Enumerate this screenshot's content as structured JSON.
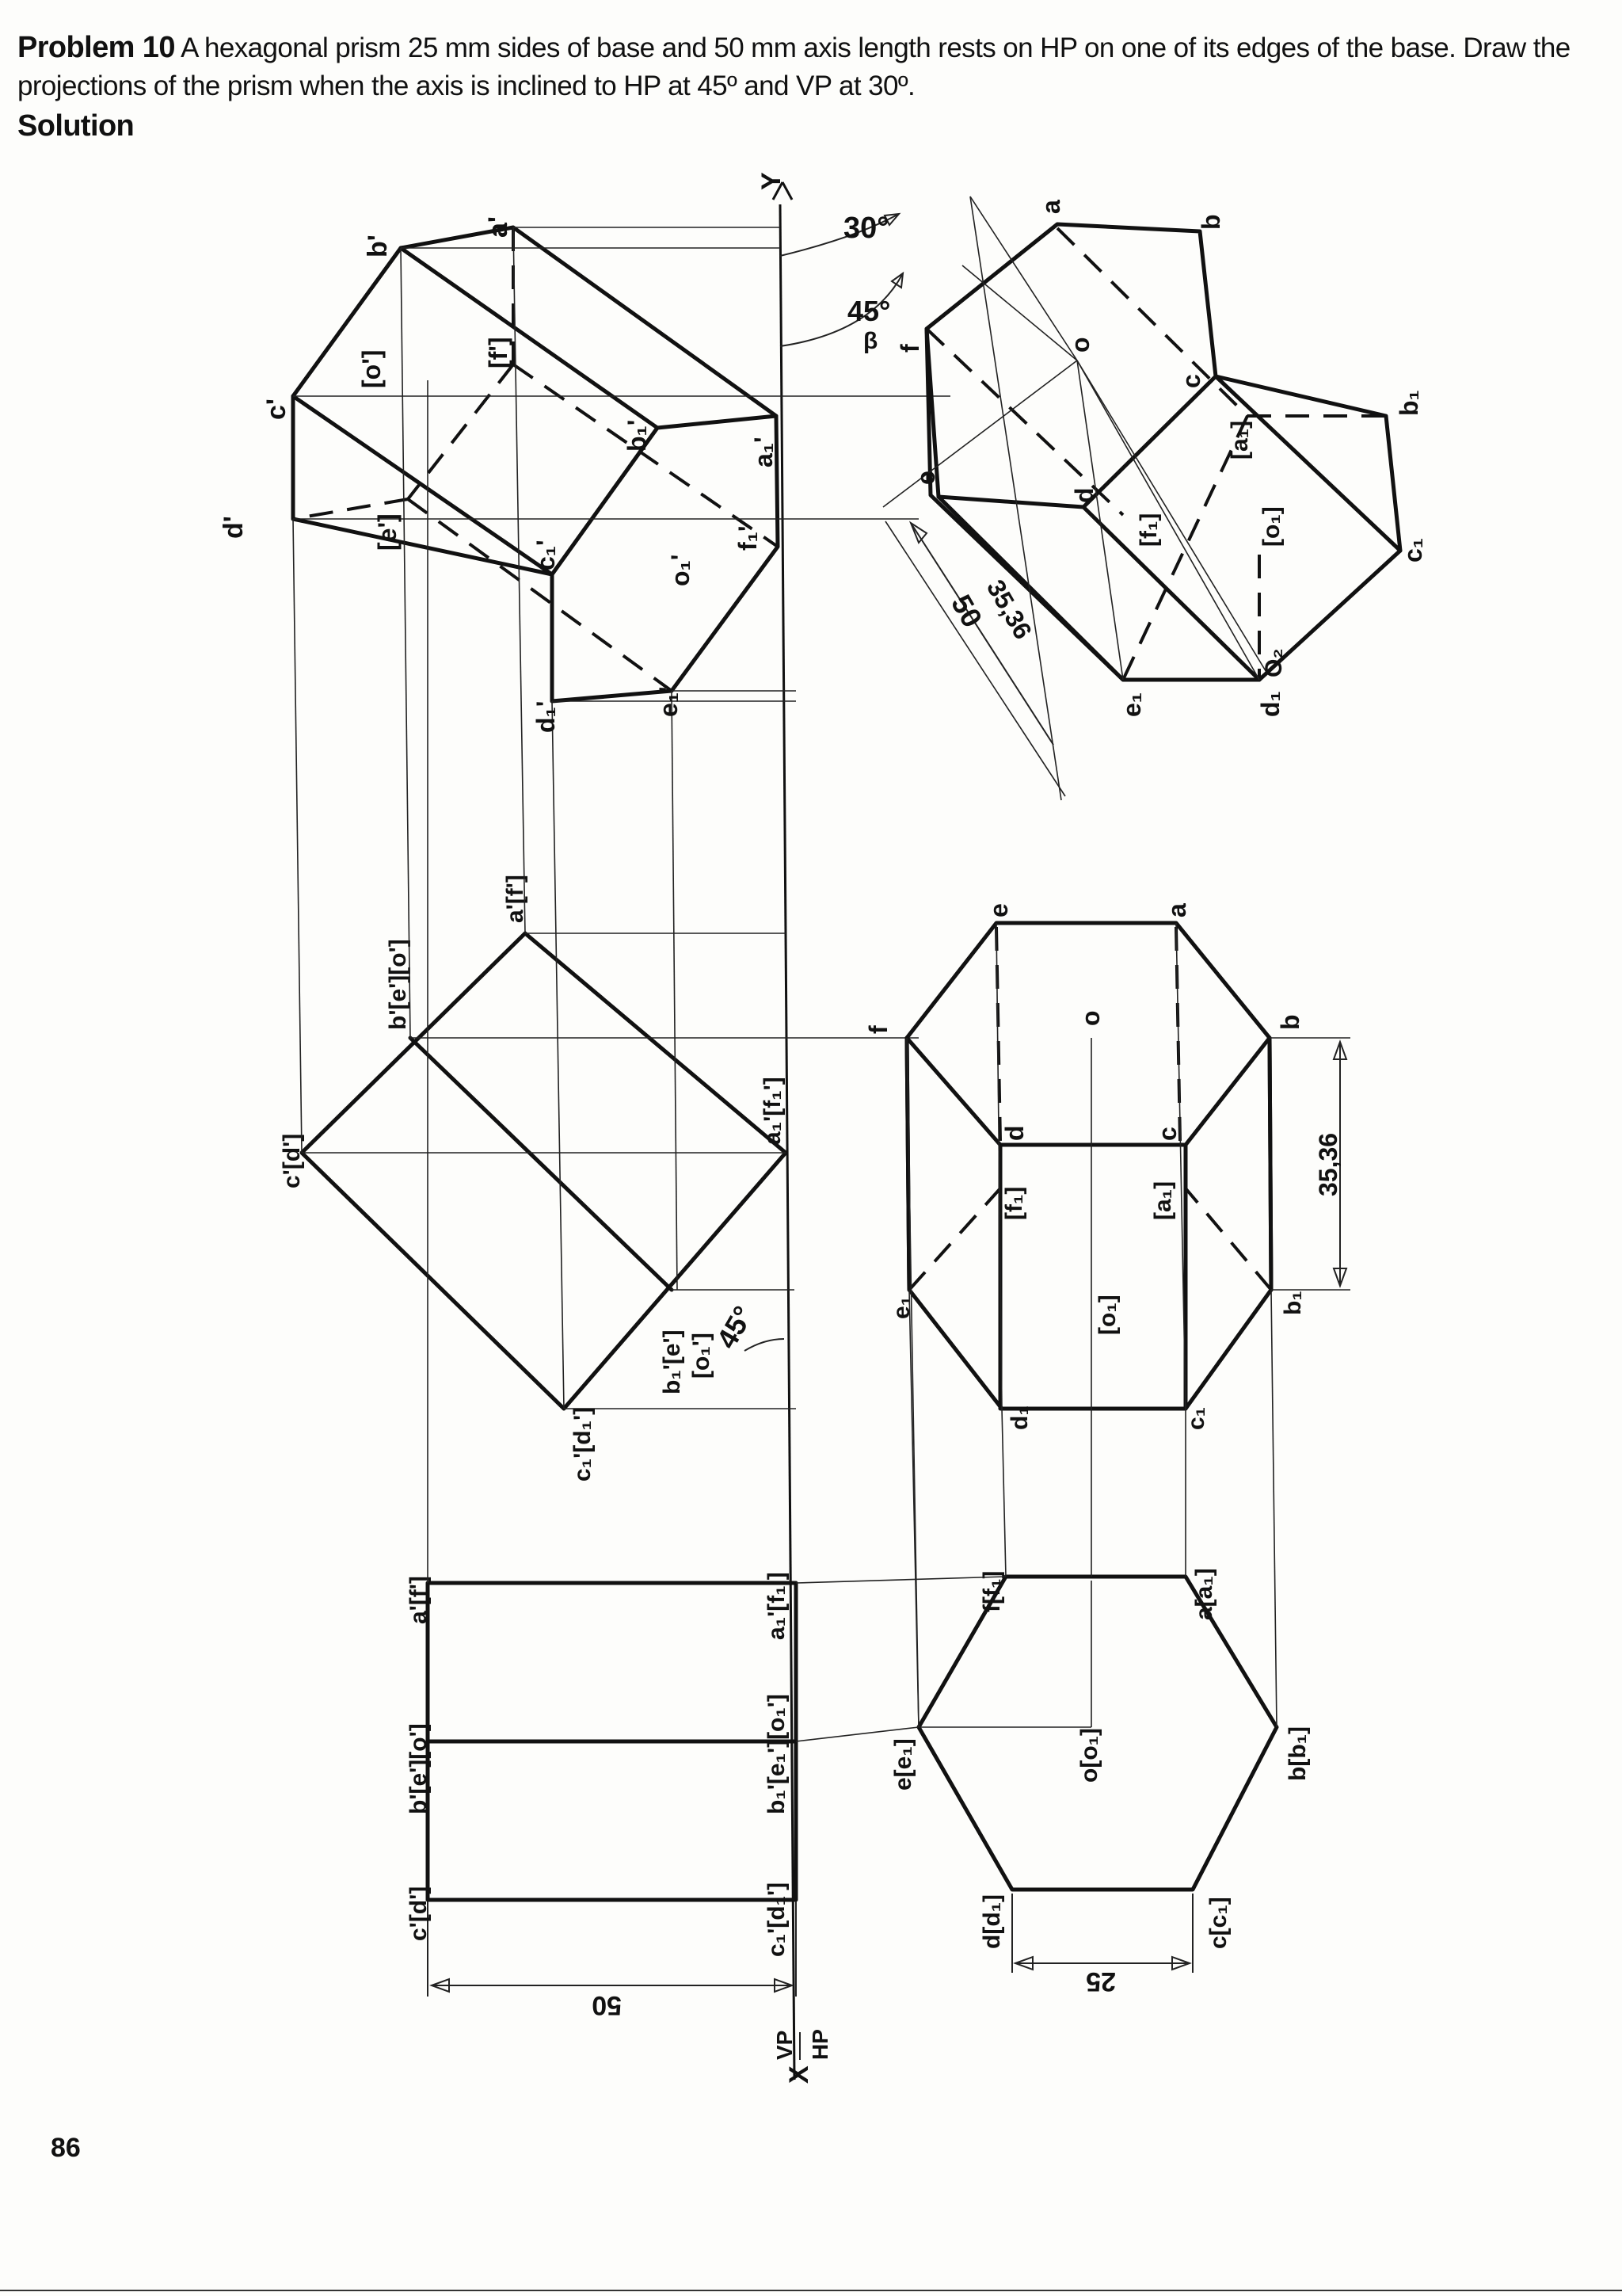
{
  "header": {
    "problem_label": "Problem 10",
    "problem_text": "A hexagonal prism 25 mm sides of base and 50 mm axis length rests on HP on one of its edges of the base. Draw the projections of the prism when the axis is inclined to HP at 45º and VP at 30º.",
    "solution_label": "Solution"
  },
  "page_number": "86",
  "reference_line": {
    "x": "X",
    "y": "Y",
    "vp": "VP",
    "hp": "HP"
  },
  "angles": {
    "vp_angle": "30°",
    "hp_angle": "45°",
    "beta": "β",
    "front_angle": "45°"
  },
  "dimensions": {
    "axis_length": "50",
    "base_side": "25",
    "projected_length": "35,36",
    "final_50": "50",
    "final_35": "35,36"
  },
  "labels": {
    "view1_front": [
      "a'[f']",
      "b'[e'][o']",
      "c'[d']",
      "a₁'[f₁']",
      "b₁'[e₁'][o₁']",
      "c₁'[d₁']"
    ],
    "view1_top": [
      "f[f₁]",
      "a[a₁]",
      "e[e₁]",
      "o[o₁]",
      "b[b₁]",
      "d[d₁]",
      "c[c₁]"
    ],
    "view2_front": [
      "a'[f']",
      "b'[e'][o']",
      "c'[d']",
      "a₁'[f₁']",
      "b₁'[e']",
      "[o₁']",
      "c₁'[d₁']"
    ],
    "view2_top": [
      "e",
      "a",
      "o",
      "f",
      "b",
      "d",
      "c",
      "[f₁]",
      "[a₁]",
      "e₁",
      "[o₁]",
      "b₁",
      "d₁",
      "c₁"
    ],
    "view3_front": [
      "b'",
      "a'",
      "c'",
      "[o']",
      "[f']",
      "d'",
      "[e']",
      "b₁'",
      "a₁'",
      "c₁'",
      "o₁'",
      "f₁'",
      "d₁'",
      "e₁'"
    ],
    "view3_top": [
      "a",
      "b",
      "f",
      "o",
      "c",
      "[a₁]",
      "b₁",
      "e",
      "d",
      "[f₁]",
      "[o₁]",
      "c₁",
      "e₁",
      "O₂",
      "d₁"
    ]
  }
}
